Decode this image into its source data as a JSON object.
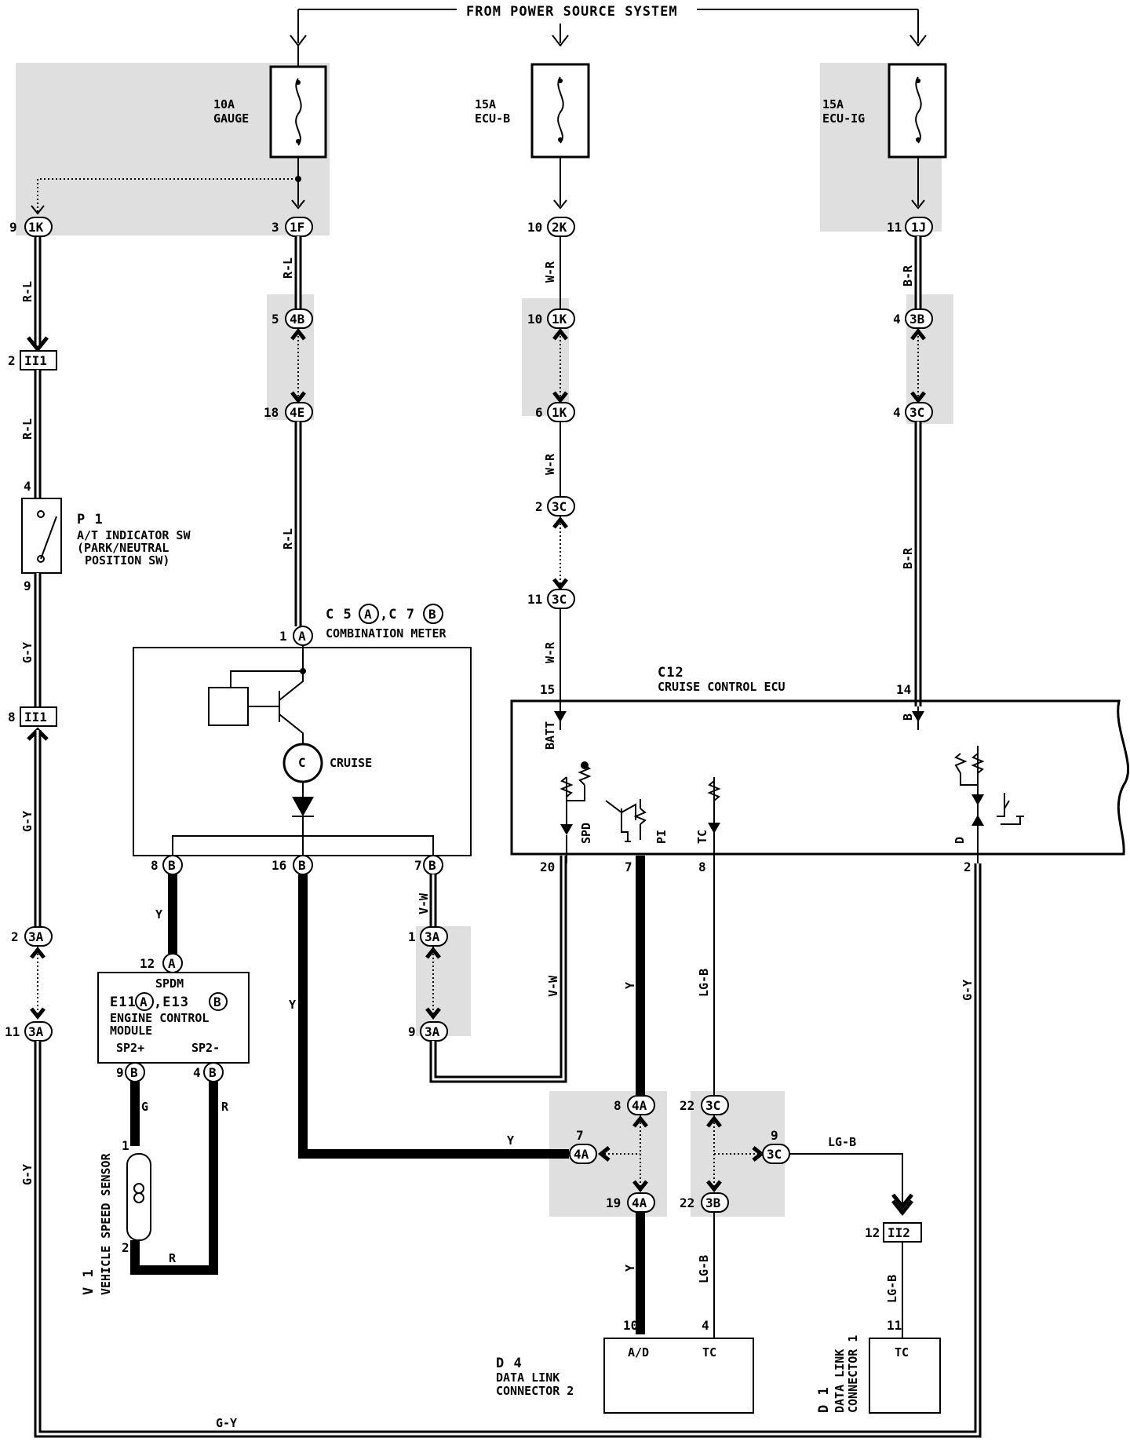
{
  "power_source": "FROM POWER SOURCE SYSTEM",
  "fuses": {
    "gauge": {
      "rating": "10A",
      "name": "GAUGE"
    },
    "ecu_b": {
      "rating": "15A",
      "name": "ECU-B"
    },
    "ecu_ig": {
      "rating": "15A",
      "name": "ECU-IG"
    }
  },
  "components": {
    "p1": {
      "id": "P 1",
      "line1": "A/T INDICATOR SW",
      "line2": "(PARK/NEUTRAL",
      "line3": "POSITION SW)"
    },
    "meter": {
      "id": "C 5",
      "idA": "A",
      "sep": ",C 7",
      "idB": "B",
      "name": "COMBINATION METER",
      "lamp": "CRUISE"
    },
    "ecu": {
      "id": "C12",
      "name": "CRUISE CONTROL ECU",
      "batt": "BATT",
      "b": "B",
      "spd": "SPD",
      "pi": "PI",
      "tc": "TC",
      "d": "D"
    },
    "ecm": {
      "spdm": "SPDM",
      "e11": "E11",
      "a": "A",
      "sep": ",E13",
      "b": "B",
      "line2": "ENGINE  CONTROL",
      "line3": "MODULE",
      "sp2p": "SP2+",
      "sp2m": "SP2-"
    },
    "v1": {
      "id": "V 1",
      "name": "VEHICLE SPEED SENSOR"
    },
    "d4": {
      "id": "D 4",
      "line1": "DATA LINK",
      "line2": "CONNECTOR 2",
      "ad": "A/D",
      "tc": "TC"
    },
    "d1": {
      "id": "D 1",
      "line1": "DATA LINK",
      "line2": "CONNECTOR 1",
      "tc": "TC"
    }
  },
  "wires": {
    "rl": "R-L",
    "wr": "W-R",
    "br": "B-R",
    "gy": "G-Y",
    "y": "Y",
    "vw": "V-W",
    "lgb": "LG-B",
    "g": "G",
    "r": "R"
  },
  "connectors": {
    "c1K": "1K",
    "c1F": "1F",
    "c2K": "2K",
    "c1J": "1J",
    "cII1": "II1",
    "cII2": "II2",
    "c4B": "4B",
    "c4E": "4E",
    "c3B": "3B",
    "c3C": "3C",
    "c3A": "3A",
    "c4A": "4A",
    "cA": "A",
    "cB": "B"
  },
  "pins": {
    "p9": "9",
    "p3": "3",
    "p10": "10",
    "p11": "11",
    "p2": "2",
    "p5": "5",
    "p4": "4",
    "p18": "18",
    "p6": "6",
    "p1": "1",
    "p8": "8",
    "p16": "16",
    "p7": "7",
    "p12": "12",
    "p15": "15",
    "p14": "14",
    "p20": "20",
    "p19": "19",
    "p22": "22"
  }
}
